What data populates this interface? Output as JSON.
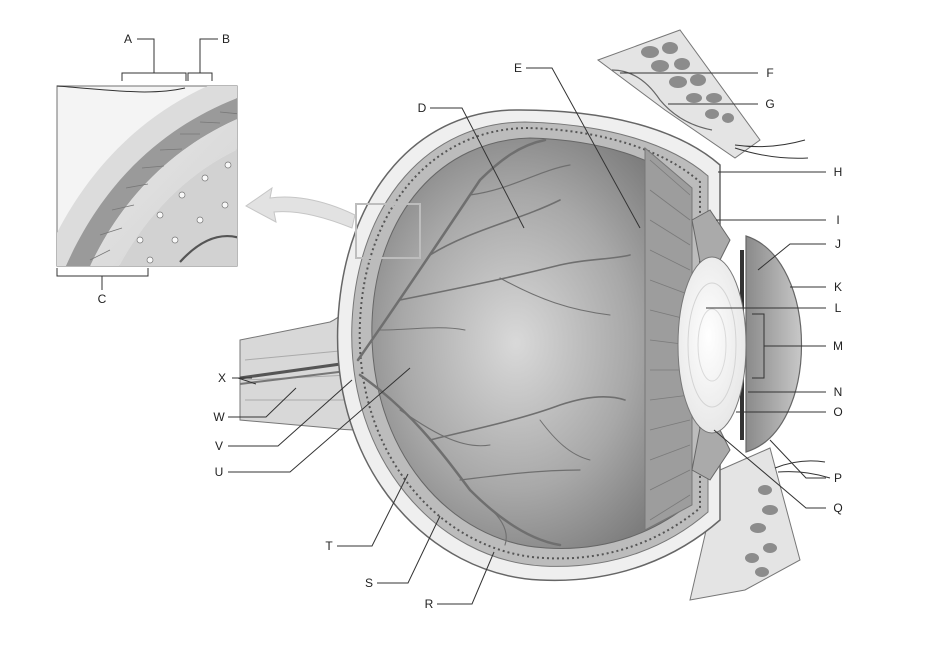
{
  "labels": {
    "A": "A",
    "B": "B",
    "C": "C",
    "D": "D",
    "E": "E",
    "F": "F",
    "G": "G",
    "H": "H",
    "I": "I",
    "J": "J",
    "K": "K",
    "L": "L",
    "M": "M",
    "N": "N",
    "O": "O",
    "P": "P",
    "Q": "Q",
    "R": "R",
    "S": "S",
    "T": "T",
    "U": "U",
    "V": "V",
    "W": "W",
    "X": "X"
  }
}
